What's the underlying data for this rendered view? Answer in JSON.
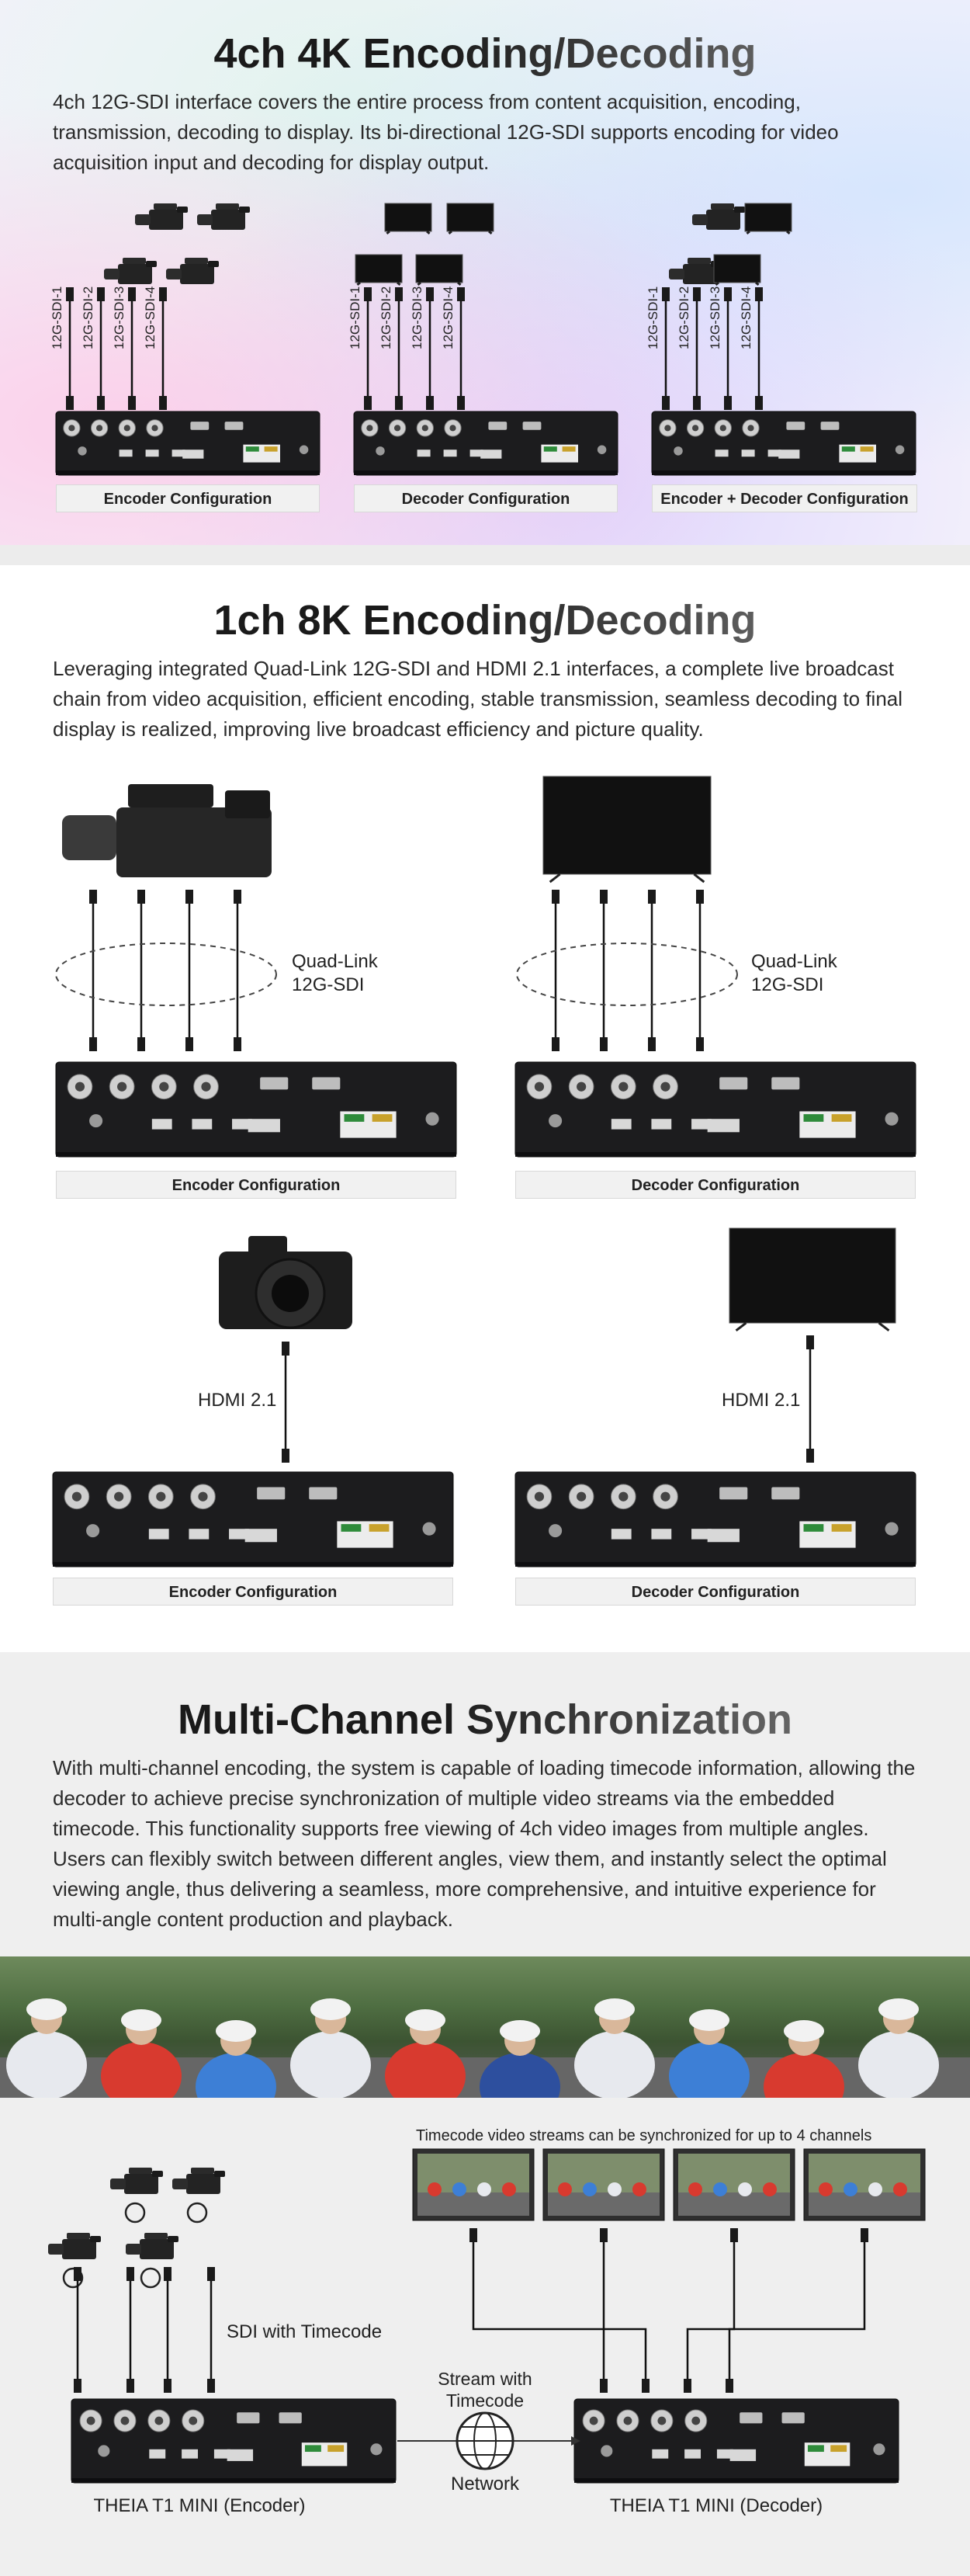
{
  "section_4k": {
    "title": "4ch 4K Encoding/Decoding",
    "description": "4ch 12G-SDI interface covers the entire process from content acquisition, encoding, transmission, decoding to display. Its bi-directional 12G-SDI supports encoding for video acquisition input and decoding for display output.",
    "port_labels": [
      "12G-SDI-1",
      "12G-SDI-2",
      "12G-SDI-3",
      "12G-SDI-4"
    ],
    "configs": [
      "Encoder Configuration",
      "Decoder Configuration",
      "Encoder + Decoder Configuration"
    ]
  },
  "section_8k": {
    "title": "1ch 8K Encoding/Decoding",
    "description": "Leveraging integrated Quad-Link 12G-SDI and HDMI 2.1 interfaces, a complete live broadcast chain from video acquisition, efficient encoding, stable transmission, seamless decoding to final display is realized, improving live broadcast efficiency and picture quality.",
    "quad_link_label": "Quad-Link\n12G-SDI",
    "hdmi_label": "HDMI 2.1",
    "configs": [
      "Encoder Configuration",
      "Decoder Configuration",
      "Encoder Configuration",
      "Decoder Configuration"
    ]
  },
  "section_sync": {
    "title": "Multi-Channel Synchronization",
    "description": "With multi-channel encoding, the system is capable of loading timecode information, allowing the decoder to achieve precise synchronization of multiple video streams via the embedded timecode. This functionality supports free viewing of 4ch video images from multiple angles. Users can flexibly switch between different angles, view them, and instantly select the optimal viewing angle, thus delivering a seamless, more comprehensive, and intuitive experience for multi-angle content production and playback.",
    "timecode_note": "Timecode video streams can be synchronized for up to 4 channels",
    "sdi_timecode_label": "SDI with Timecode",
    "stream_label": "Stream with\nTimecode",
    "network_label": "Network",
    "encoder_label": "THEIA T1 MINI (Encoder)",
    "decoder_label": "THEIA T1 MINI (Decoder)"
  },
  "colors": {
    "background": "#ffffff",
    "panel": "#efefef",
    "device": "#1c1c1e",
    "accent_green": "#2e8b3a"
  }
}
